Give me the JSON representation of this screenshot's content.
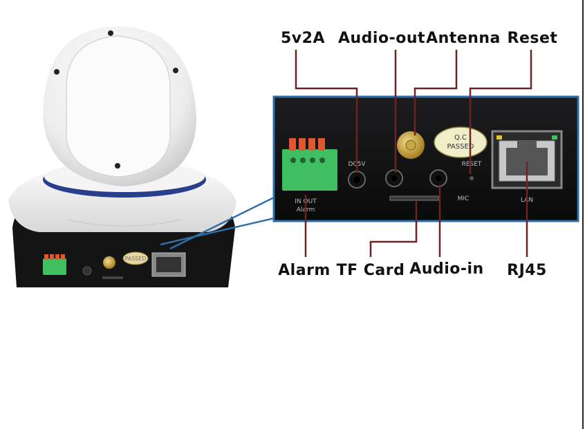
{
  "labels": {
    "power": "5v2A",
    "audio_out": "Audio-out",
    "antenna": "Antenna",
    "reset": "Reset",
    "alarm": "Alarm",
    "tf_card": "TF Card",
    "audio_in": "Audio-in",
    "rj45": "RJ45"
  },
  "device_markings": {
    "qc_line1": "Q.C",
    "qc_line2": "PASSED",
    "qc_small": "PASSED",
    "power_port": "DC5V",
    "reset_port": "RESET",
    "audio_port": "MIC",
    "lan_port": "LAN",
    "alarm_port_line1": "IN OUT",
    "alarm_port_line2": "Alarm"
  },
  "colors": {
    "callout_line": "#6b2424",
    "zoom_frame": "#2f6fa8",
    "camera_shell": "#f1f1f1",
    "terminal_block": "#3fbf62",
    "terminal_pins": "#e0562f"
  }
}
